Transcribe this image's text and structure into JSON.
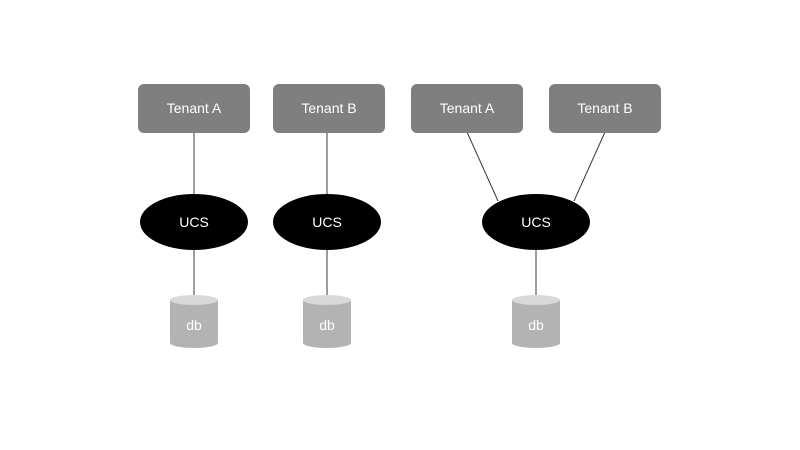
{
  "groups": [
    {
      "tenants": [
        {
          "label": "Tenant A"
        }
      ],
      "ucs": {
        "label": "UCS"
      },
      "db": {
        "label": "db"
      }
    },
    {
      "tenants": [
        {
          "label": "Tenant B"
        }
      ],
      "ucs": {
        "label": "UCS"
      },
      "db": {
        "label": "db"
      }
    },
    {
      "tenants": [
        {
          "label": "Tenant A"
        },
        {
          "label": "Tenant B"
        }
      ],
      "ucs": {
        "label": "UCS"
      },
      "db": {
        "label": "db"
      }
    }
  ],
  "colors": {
    "tenant_fill": "#7f7f7f",
    "ucs_fill": "#000000",
    "db_fill": "#b3b3b3",
    "db_top": "#d9d9d9",
    "connector": "#3a3a3a",
    "label": "#ffffff"
  }
}
